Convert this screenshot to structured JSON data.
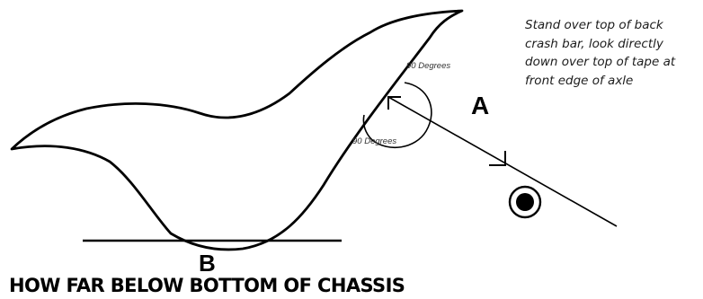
{
  "instruction_lines": [
    "Stand over top of back",
    "crash bar, look directly",
    "down over top of tape at",
    "front edge of axle"
  ],
  "angle_label_top": "90 Degrees",
  "angle_label_bottom": "90 Degrees",
  "label_a": "A",
  "label_b": "B",
  "caption": "HOW FAR BELOW BOTTOM OF CHASSIS",
  "colors": {
    "stroke": "#000000",
    "background": "#ffffff",
    "text": "#1c1c1c"
  },
  "icons": [
    "axle-icon"
  ]
}
